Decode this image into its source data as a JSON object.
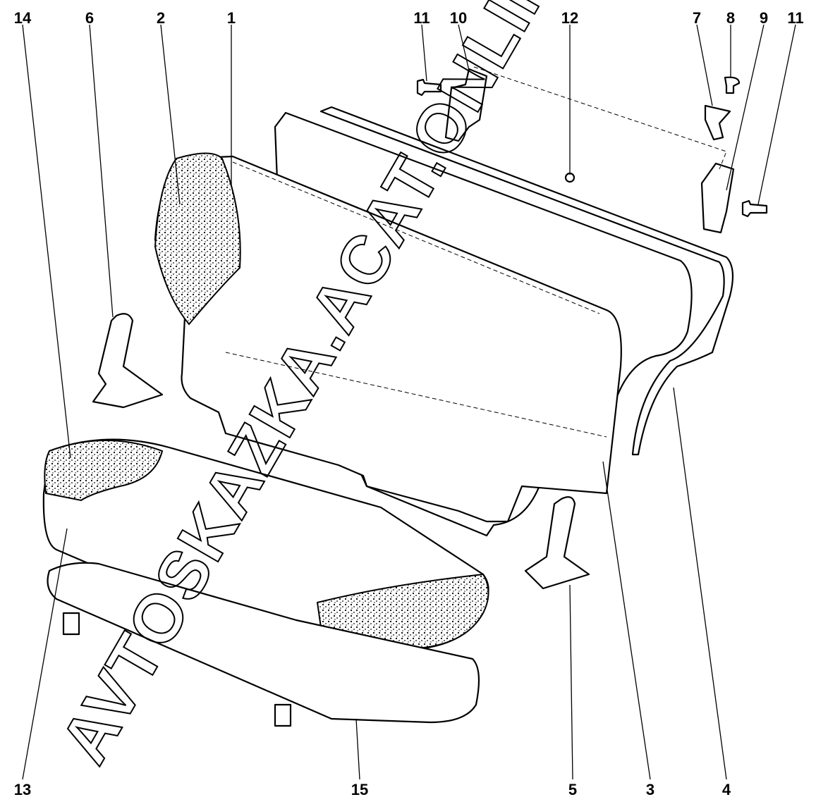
{
  "diagram": {
    "title": "Rear seat exploded parts view",
    "callouts": [
      {
        "label": "14",
        "pos": "top"
      },
      {
        "label": "6",
        "pos": "top"
      },
      {
        "label": "2",
        "pos": "top"
      },
      {
        "label": "1",
        "pos": "top"
      },
      {
        "label": "11",
        "pos": "top"
      },
      {
        "label": "10",
        "pos": "top"
      },
      {
        "label": "12",
        "pos": "top"
      },
      {
        "label": "7",
        "pos": "top"
      },
      {
        "label": "8",
        "pos": "top"
      },
      {
        "label": "9",
        "pos": "top"
      },
      {
        "label": "11",
        "pos": "top"
      },
      {
        "label": "13",
        "pos": "bottom"
      },
      {
        "label": "15",
        "pos": "bottom"
      },
      {
        "label": "5",
        "pos": "bottom"
      },
      {
        "label": "3",
        "pos": "bottom"
      },
      {
        "label": "4",
        "pos": "bottom"
      }
    ],
    "watermark": "AVTOSKAZKA.ACAT.ONLINE"
  }
}
